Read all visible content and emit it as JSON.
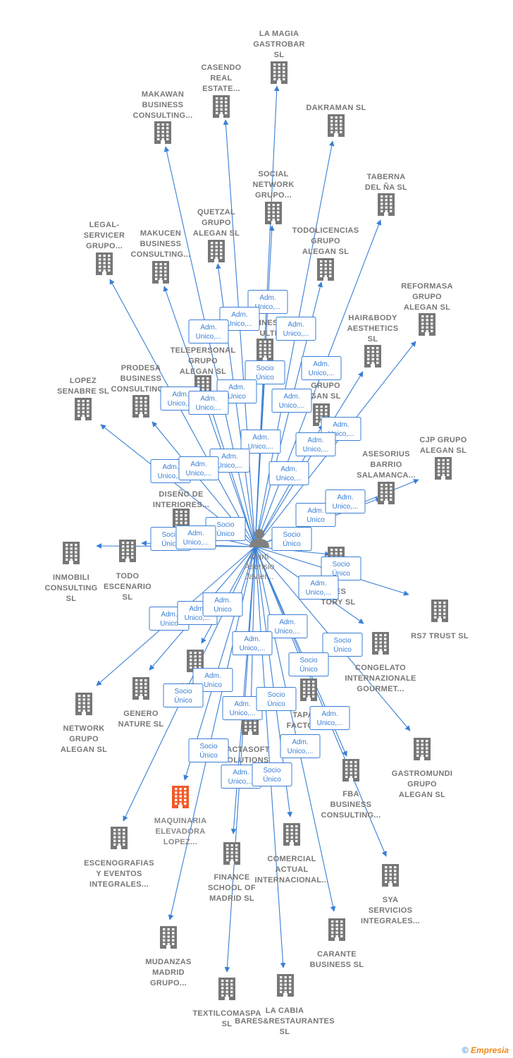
{
  "colors": {
    "edge": "#3a7fd5",
    "building": "#777777",
    "highlight": "#f05a28",
    "person": "#808080"
  },
  "center": {
    "lines": [
      "Marti",
      "Asensio",
      "Javier..."
    ]
  },
  "footer": {
    "copyright": "©",
    "brand": "Empresia"
  },
  "nodes": [
    {
      "id": "lamagia",
      "lines": [
        "LA MAGIA",
        "GASTROBAR",
        "SL"
      ]
    },
    {
      "id": "casendo",
      "lines": [
        "CASENDO",
        "REAL",
        "ESTATE..."
      ]
    },
    {
      "id": "makawan",
      "lines": [
        "MAKAWAN",
        "BUSINESS",
        "CONSULTING..."
      ]
    },
    {
      "id": "dakraman",
      "lines": [
        "DAKRAMAN  SL"
      ]
    },
    {
      "id": "taberna",
      "lines": [
        "TABERNA",
        "DEL ÑA  SL"
      ]
    },
    {
      "id": "social",
      "lines": [
        "SOCIAL",
        "NETWORK",
        "GRUPO..."
      ]
    },
    {
      "id": "quetzal",
      "lines": [
        "QUETZAL",
        "GRUPO",
        "ALEGAN  SL"
      ]
    },
    {
      "id": "todolicencias",
      "lines": [
        "TODOLICENCIAS",
        "GRUPO",
        "ALEGAN  SL"
      ]
    },
    {
      "id": "legal",
      "lines": [
        "LEGAL-",
        "SERVICER",
        "GRUPO..."
      ]
    },
    {
      "id": "makucen",
      "lines": [
        "MAKUCEN",
        "BUSINESS",
        "CONSULTING..."
      ]
    },
    {
      "id": "reformasa",
      "lines": [
        "REFORMASA",
        "GRUPO",
        "ALEGAN  SL"
      ]
    },
    {
      "id": "hairbody",
      "lines": [
        "HAIR&BODY",
        "AESTHETICS",
        "SL"
      ]
    },
    {
      "id": "telepersonal",
      "lines": [
        "TELEPERSONAL",
        "GRUPO",
        "ALEGAN  SL"
      ]
    },
    {
      "id": "business",
      "lines": [
        "INESS",
        "ULTIN"
      ]
    },
    {
      "id": "prodesa",
      "lines": [
        "PRODESA",
        "BUSINESS",
        "CONSULTING..."
      ]
    },
    {
      "id": "lopez",
      "lines": [
        "LOPEZ",
        "SENABRE  SL"
      ]
    },
    {
      "id": "mgrupo",
      "lines": [
        "M        S",
        "GRUPO",
        "GAN  SL"
      ]
    },
    {
      "id": "cjp",
      "lines": [
        "CJP GRUPO",
        "ALEGAN  SL"
      ]
    },
    {
      "id": "asesorius",
      "lines": [
        "ASESORIUS",
        "BARRIO",
        "SALAMANCA..."
      ]
    },
    {
      "id": "diseno",
      "lines": [
        "DISEÑO DE",
        "INTERIORES..."
      ]
    },
    {
      "id": "inmobili",
      "lines": [
        "INMOBILI",
        "CONSULTING",
        "SL"
      ]
    },
    {
      "id": "todoescenario",
      "lines": [
        "TODO",
        "ESCENARIO",
        "SL"
      ]
    },
    {
      "id": "factory",
      "lines": [
        "LES",
        "TORY  SL"
      ]
    },
    {
      "id": "rs7",
      "lines": [
        "RS7 TRUST  SL"
      ]
    },
    {
      "id": "congelato",
      "lines": [
        "CONGELATO",
        "INTERNAZIONALE",
        "GOURMET..."
      ]
    },
    {
      "id": "network",
      "lines": [
        "NETWORK",
        "GRUPO",
        "ALEGAN  SL"
      ]
    },
    {
      "id": "genero",
      "lines": [
        "GENERO",
        "NATURE SL"
      ]
    },
    {
      "id": "asesoria",
      "lines": [
        "ASESO",
        "E  SL"
      ]
    },
    {
      "id": "tapas",
      "lines": [
        "TAPA",
        "FACTOR"
      ]
    },
    {
      "id": "gastromundi",
      "lines": [
        "GASTROMUNDI",
        "GRUPO",
        "ALEGAN  SL"
      ]
    },
    {
      "id": "actasoft",
      "lines": [
        "ACTASOFT",
        "OLUTIONS",
        "SL"
      ]
    },
    {
      "id": "fba",
      "lines": [
        "FBA",
        "BUSINESS",
        "CONSULTING..."
      ]
    },
    {
      "id": "maquinaria",
      "lines": [
        "MAQUINARIA",
        "ELEVADORA",
        "LOPEZ..."
      ]
    },
    {
      "id": "escenografias",
      "lines": [
        "ESCENOGRAFIAS",
        "Y EVENTOS",
        "INTEGRALES..."
      ]
    },
    {
      "id": "finance",
      "lines": [
        "FINANCE",
        "SCHOOL OF",
        "MADRID  SL"
      ]
    },
    {
      "id": "comercial",
      "lines": [
        "COMERCIAL",
        "ACTUAL",
        "INTERNACIONAL..."
      ]
    },
    {
      "id": "sya",
      "lines": [
        "SYA",
        "SERVICIOS",
        "INTEGRALES..."
      ]
    },
    {
      "id": "carante",
      "lines": [
        "CARANTE",
        "BUSINESS  SL"
      ]
    },
    {
      "id": "mudanzas",
      "lines": [
        "MUDANZAS",
        "MADRID",
        "GRUPO..."
      ]
    },
    {
      "id": "textilcomaspa",
      "lines": [
        "TEXTILCOMASPA",
        "SL"
      ]
    },
    {
      "id": "lacabia",
      "lines": [
        "LA CABIA",
        "BARES&RESTAURANTES",
        "SL"
      ]
    }
  ],
  "badges": [
    {
      "lines": [
        "Adm.",
        "Unico,..."
      ]
    },
    {
      "lines": [
        "Adm.",
        "Unico,..."
      ]
    },
    {
      "lines": [
        "Adm.",
        "Unico,..."
      ]
    },
    {
      "lines": [
        "Adm.",
        "Unico,..."
      ]
    },
    {
      "lines": [
        "Socio",
        "Único"
      ]
    },
    {
      "lines": [
        "Adm.",
        "Unico,..."
      ]
    },
    {
      "lines": [
        "Adm.",
        "Unico"
      ]
    },
    {
      "lines": [
        "Adm.",
        "Unico,..."
      ]
    },
    {
      "lines": [
        "Adm.",
        "Unico,..."
      ]
    },
    {
      "lines": [
        "Adm.",
        "Unico,..."
      ]
    },
    {
      "lines": [
        "Adm.",
        "Unico,..."
      ]
    },
    {
      "lines": [
        "Adm.",
        "Unico,..."
      ]
    },
    {
      "lines": [
        "Adm.",
        "Unico,..."
      ]
    },
    {
      "lines": [
        "Adm.",
        "Unico,..."
      ]
    },
    {
      "lines": [
        "Adm.",
        "Unico,..."
      ]
    },
    {
      "lines": [
        "Adm.",
        "Unico,..."
      ]
    },
    {
      "lines": [
        "Adm.",
        "Unico,..."
      ]
    },
    {
      "lines": [
        "Adm.",
        "Unico"
      ]
    },
    {
      "lines": [
        "Adm.",
        "Unico,..."
      ]
    },
    {
      "lines": [
        "Socio",
        "Único"
      ]
    },
    {
      "lines": [
        "Socio",
        "Único"
      ]
    },
    {
      "lines": [
        "Adm.",
        "Unico,..."
      ]
    },
    {
      "lines": [
        "Socio",
        "Único"
      ]
    },
    {
      "lines": [
        "Socio",
        "Único"
      ]
    },
    {
      "lines": [
        "Adm.",
        "Unico,..."
      ]
    },
    {
      "lines": [
        "Adm.",
        "Unico"
      ]
    },
    {
      "lines": [
        "Adm.",
        "Unico,..."
      ]
    },
    {
      "lines": [
        "Adm.",
        "Unico"
      ]
    },
    {
      "lines": [
        "Adm.",
        "Unico,..."
      ]
    },
    {
      "lines": [
        "Adm.",
        "Unico,..."
      ]
    },
    {
      "lines": [
        "Socio",
        "Único"
      ]
    },
    {
      "lines": [
        "Adm.",
        "Unico"
      ]
    },
    {
      "lines": [
        "Socio",
        "Único"
      ]
    },
    {
      "lines": [
        "Adm.",
        "Unico,..."
      ]
    },
    {
      "lines": [
        "Socio",
        "Único"
      ]
    },
    {
      "lines": [
        "Socio",
        "Único"
      ]
    },
    {
      "lines": [
        "Adm.",
        "Unico,..."
      ]
    },
    {
      "lines": [
        "Adm.",
        "Unico,..."
      ]
    },
    {
      "lines": [
        "Socio",
        "Único"
      ]
    },
    {
      "lines": [
        "Socio",
        "Único"
      ]
    },
    {
      "lines": [
        "Adm.",
        "Unico,..."
      ]
    }
  ]
}
